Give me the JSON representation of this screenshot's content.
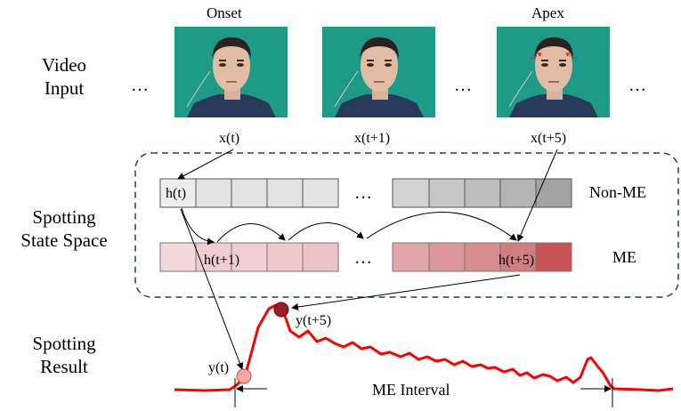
{
  "rows": {
    "video_input": [
      "Video",
      "Input"
    ],
    "state_space": [
      "Spotting",
      "State Space"
    ],
    "result": [
      "Spotting",
      "Result"
    ]
  },
  "frames": {
    "onset_label": "Onset",
    "apex_label": "Apex",
    "inputs": [
      "x(t)",
      "x(t+1)",
      "x(t+5)"
    ]
  },
  "ellipsis": "…",
  "states": {
    "h_t": "h(t)",
    "h_t1": "h(t+1)",
    "h_t5": "h(t+5)",
    "non_me": "Non-ME",
    "me": "ME",
    "non_me_colors": [
      "#eeeeee",
      "#e3e3e3",
      "#e3e3e3",
      "#e3e3e3",
      "#e3e3e3",
      "#d2d2d2",
      "#c6c6c6",
      "#bdbdbd",
      "#b4b4b4",
      "#a3a3a3"
    ],
    "me_colors": [
      "#f3d9dc",
      "#efcdd0",
      "#efcdd0",
      "#efc8cc",
      "#edc3c7",
      "#e2a6a9",
      "#dc9799",
      "#d88c8e",
      "#d27d7f",
      "#c95253"
    ]
  },
  "result": {
    "y_t": "y(t)",
    "y_t5": "y(t+5)",
    "interval": "ME Interval",
    "curve_color": "#ff0000"
  }
}
